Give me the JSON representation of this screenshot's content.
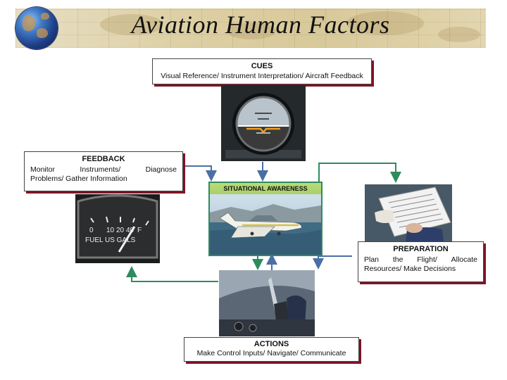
{
  "title": "Aviation Human Factors",
  "cues": {
    "heading": "CUES",
    "text": "Visual Reference/ Instrument Interpretation/ Aircraft Feedback"
  },
  "feedback": {
    "heading": "FEEDBACK",
    "text_line1_words": [
      "Monitor",
      "Instruments/",
      "Diagnose"
    ],
    "text_line2": "Problems/ Gather Information"
  },
  "situational_awareness": {
    "heading": "SITUATIONAL AWARENESS"
  },
  "preparation": {
    "heading": "PREPARATION",
    "text_line1_words": [
      "Plan",
      "the",
      "Flight/",
      "Allocate"
    ],
    "text_line2": "Resources/ Make Decisions"
  },
  "actions": {
    "heading": "ACTIONS",
    "text": "Make Control Inputs/ Navigate/ Communicate"
  },
  "fuel_gauge": {
    "scale": [
      "0",
      "10",
      "20",
      "40",
      "F"
    ],
    "label": "FUEL  US GALS"
  },
  "colors": {
    "arrow_blue": "#4a6fa5",
    "arrow_green": "#2e8b5f",
    "box_shadow": "#7d1526"
  }
}
